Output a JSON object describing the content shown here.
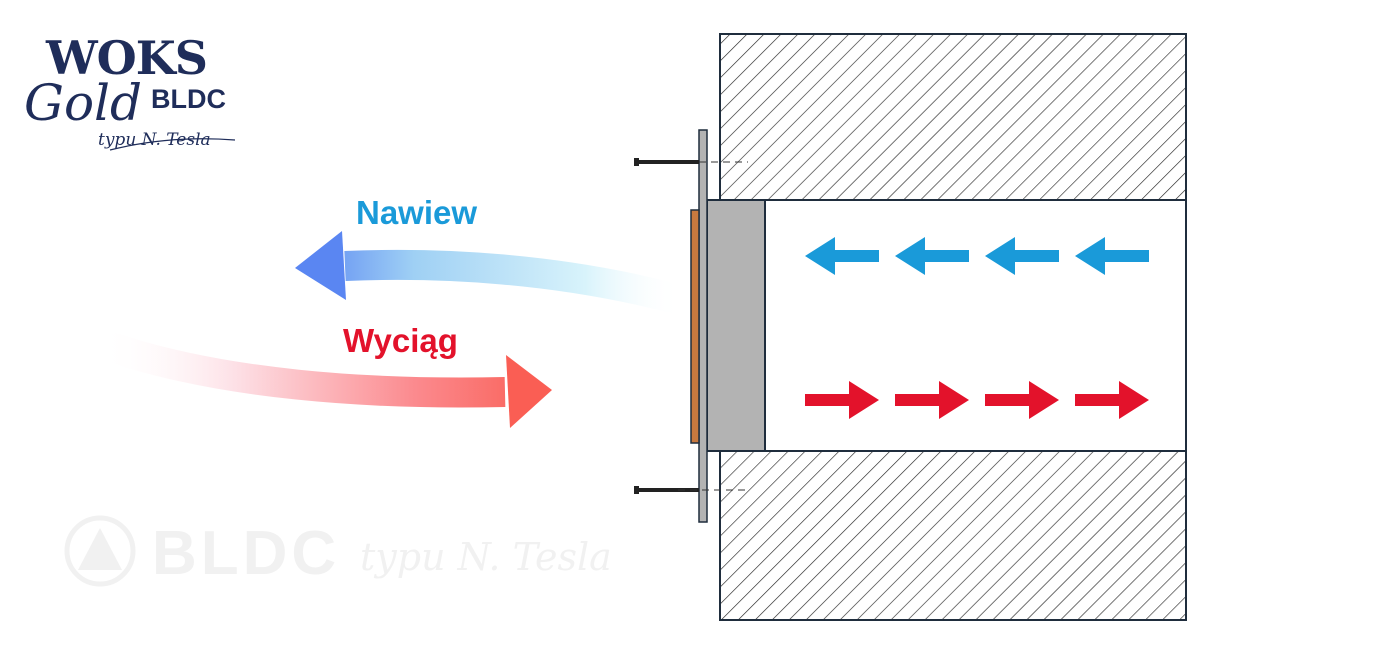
{
  "logo": {
    "woks": "WOKS",
    "gold": "Gold",
    "bldc": "BLDC",
    "tagline": "typu N. Tesla"
  },
  "labels": {
    "supply": "Nawiew",
    "exhaust": "Wyciąg"
  },
  "watermark": {
    "brand": "BLDC",
    "tagline": "typu N. Tesla"
  },
  "colors": {
    "navy": "#1f2d5a",
    "supply": "#1a9ad9",
    "exhaust": "#e3122b",
    "wall_stroke": "#1f2d3d",
    "fan_body": "#b3b3b3",
    "filter": "#c8793f"
  },
  "icons": {
    "supply_arrows": "arrow-left-icon",
    "exhaust_arrows": "arrow-right-icon",
    "screws": "screw-icon",
    "watermark_logo": "mountain-circle-icon"
  }
}
